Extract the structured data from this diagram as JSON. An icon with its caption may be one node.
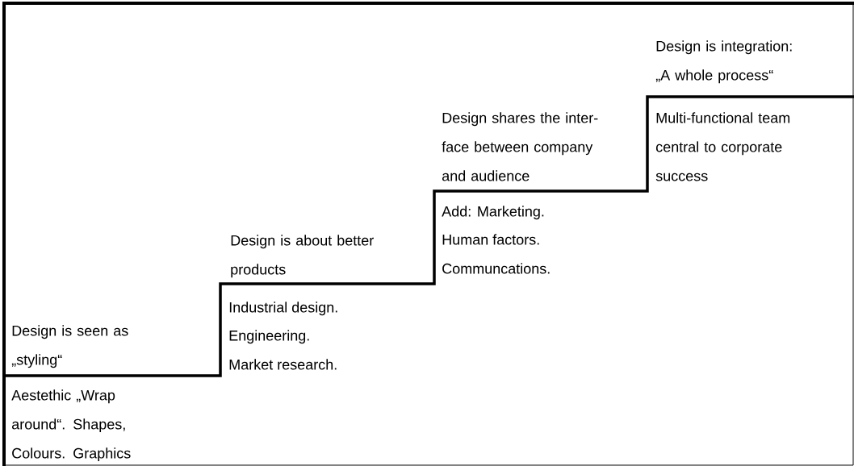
{
  "diagram": {
    "labels": [
      "Design is seen as „styling“",
      "Aestethic „Wrap around“. Shapes, Colours. Graphics",
      "Design is about better products",
      "Industrial design.",
      "Engineering.",
      "Market research.",
      "Design shares the inter- face between company and audience",
      "Add: Marketing.",
      "Human factors.",
      "Communcations.",
      "Design is integration: „A whole process“",
      "Multi-functional team central to corporate success"
    ]
  }
}
